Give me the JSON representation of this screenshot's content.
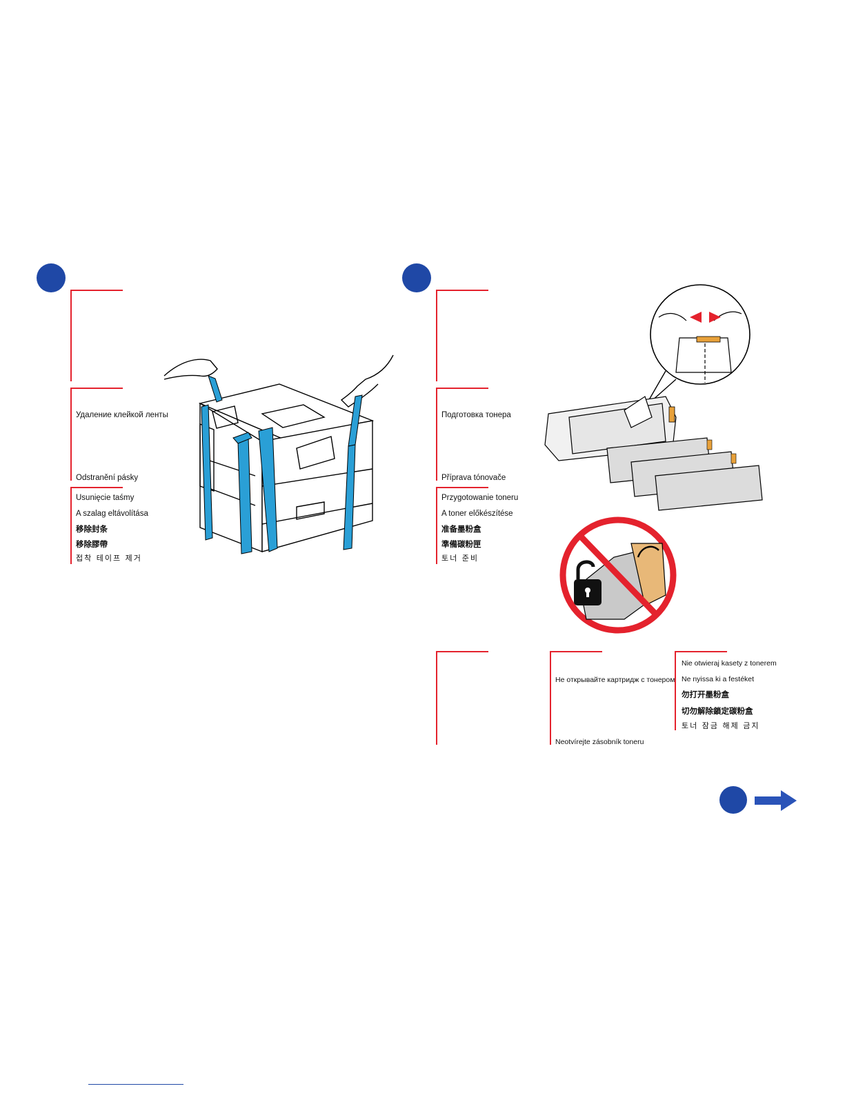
{
  "left_section": {
    "title_ru": "Удаление клейкой ленты",
    "title_cs": "Odstranění pásky",
    "title_pl": "Usunięcie taśmy",
    "title_hu": "A szalag eltávolítása",
    "title_zh_cn": "移除封条",
    "title_zh_tw": "移除膠帶",
    "title_ko": "접착 테이프 제거"
  },
  "right_section": {
    "title_ru": "Подготовка тонера",
    "title_cs": "Příprava tónovače",
    "title_pl": "Przygotowanie toneru",
    "title_hu": "A toner előkészítése",
    "title_zh_cn": "准备墨粉盒",
    "title_zh_tw": "準備碳粉匣",
    "title_ko": "토너 준비"
  },
  "warning_section": {
    "ru": "Не открывайте картридж с тонером",
    "cs": "Neotvírejte zásobník toneru",
    "pl": "Nie otwieraj kasety z tonerem",
    "hu": "Ne nyissa ki a festéket",
    "zh_cn": "勿打开墨粉盒",
    "zh_tw": "切勿解除鎖定碳粉盒",
    "ko": "토너 잠금 해제 금지"
  },
  "colors": {
    "accent_blue": "#1f48a6",
    "rule_red": "#e4222d",
    "tape_blue": "#2a9fd6",
    "tab_orange": "#e8a13a"
  },
  "icons": [
    "step-circle",
    "printer-illustration",
    "toner-cartridges-illustration",
    "no-unlock-symbol",
    "next-arrow-icon"
  ]
}
